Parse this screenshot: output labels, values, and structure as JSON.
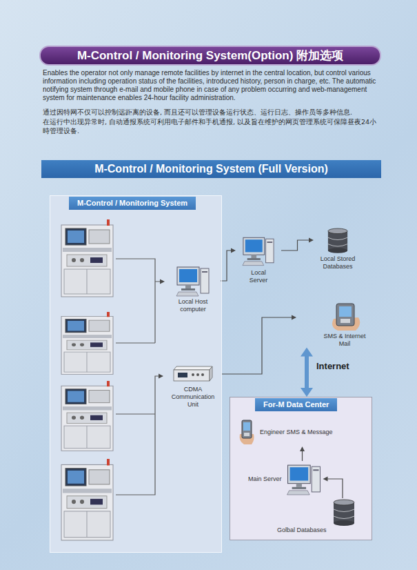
{
  "diagram": {
    "title": "M-Control / Monitoring System(Option) 附加选项",
    "nodes": [
      {
        "text": [
          "M-Control / Monitoring System (Full Version)"
        ]
      },
      {
        "text": [
          "M-Control / Monitoring System"
        ]
      },
      {
        "text": [
          "Local Host computer"
        ],
        "in": 1
      },
      {
        "text": [
          "CDMA Communication Unit"
        ],
        "in": 1
      },
      {
        "text": [
          "Local Server"
        ]
      },
      {
        "text": [
          "Local Stored Databases"
        ]
      },
      {
        "text": [
          "SMS & Internet Mail"
        ]
      },
      {
        "text": [
          "For-M Data Center"
        ]
      },
      {
        "text": [
          "Engineer SMS & Message"
        ],
        "in": 7
      },
      {
        "text": [
          "Main Server"
        ],
        "in": 7
      },
      {
        "text": [
          "Golbal Databases"
        ],
        "in": 7
      }
    ],
    "edges": [
      {
        "from": 2,
        "to": 4,
        "arrow": "to"
      },
      {
        "from": 4,
        "to": 5,
        "arrow": "to"
      },
      {
        "from": 3,
        "to": 6,
        "arrow": "to"
      },
      {
        "from": 6,
        "to": 7,
        "label": "Internet",
        "arrow": "both"
      },
      {
        "from": 10,
        "to": 9,
        "arrow": "to"
      },
      {
        "from": 9,
        "to": 8,
        "arrow": "to"
      }
    ],
    "labels": [
      "Enables the operator not only manage remote facilities by internet in the central location, but control various information including operation status of the facilities, introduced history, person in charge, etc. The automatic notifying system through e-mail and mobile phone in case of any problem occurring and web-management system for maintenance enables 24-hour facility administration.",
      "通过因特网不仅可以控制远距离的设备, 而且还可以管理设备运行状态、运行日志、操作员等多种信息.",
      "在运行中出现异常时, 自动通报系统可利用电子邮件和手机通报, 以及旨在维护的网页管理系统可保障昼夜24小時管理设备."
    ]
  }
}
